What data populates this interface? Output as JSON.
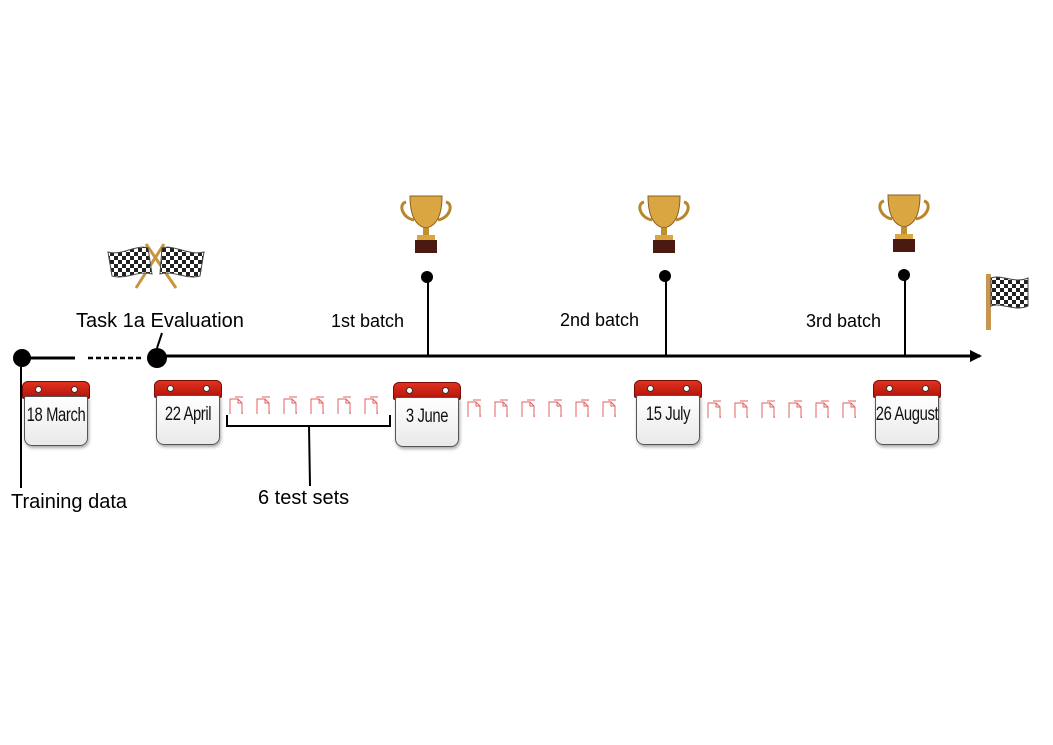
{
  "labels": {
    "start_label": "Training data",
    "eval_label": "Task 1a Evaluation",
    "test_sets_label": "6 test sets"
  },
  "batches": [
    {
      "label": "1st batch"
    },
    {
      "label": "2nd batch"
    },
    {
      "label": "3rd batch"
    }
  ],
  "dates": [
    {
      "text": "18 March"
    },
    {
      "text": "22 April"
    },
    {
      "text": "3 June"
    },
    {
      "text": "15 July"
    },
    {
      "text": "26 August"
    }
  ],
  "test_sets_per_batch": 6,
  "colors": {
    "calendar_top": "#d42a1c",
    "document_outline": "#e06060",
    "trophy_gold": "#d9a642",
    "trophy_base": "#4a1a10"
  },
  "icons": [
    "trophy-icon",
    "checkered-flags-icon",
    "finish-flag-icon",
    "calendar-icon",
    "document-icon"
  ]
}
